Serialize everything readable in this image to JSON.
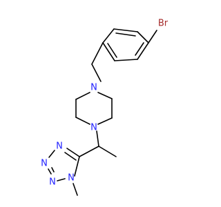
{
  "molecule": {
    "colors": {
      "bond": "#000000",
      "nitrogen": "#2222ff",
      "bromine": "#a52a2a"
    },
    "atom_labels": {
      "br": "Br",
      "n_piperazine_top": "N",
      "n_piperazine_bottom": "N",
      "n_tetrazole_1": "N",
      "n_tetrazole_2": "N",
      "n_tetrazole_3": "N",
      "n_tetrazole_4": "N"
    }
  }
}
